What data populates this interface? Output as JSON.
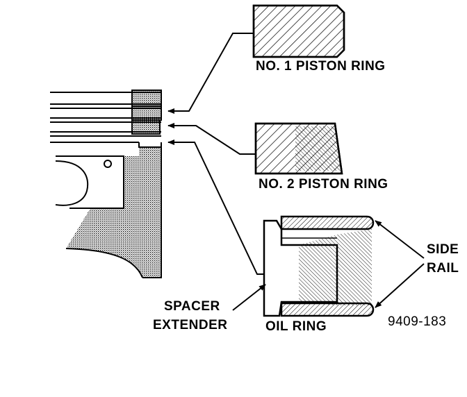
{
  "labels": {
    "ring1": "NO. 1 PISTON RING",
    "ring2": "NO. 2 PISTON RING",
    "side_rail_line1": "SIDE",
    "side_rail_line2": "RAIL",
    "spacer_line1": "SPACER",
    "spacer_line2": "EXTENDER",
    "oil_ring": "OIL RING",
    "figure_number": "9409-183"
  },
  "colors": {
    "ink": "#000000",
    "background": "#ffffff"
  }
}
